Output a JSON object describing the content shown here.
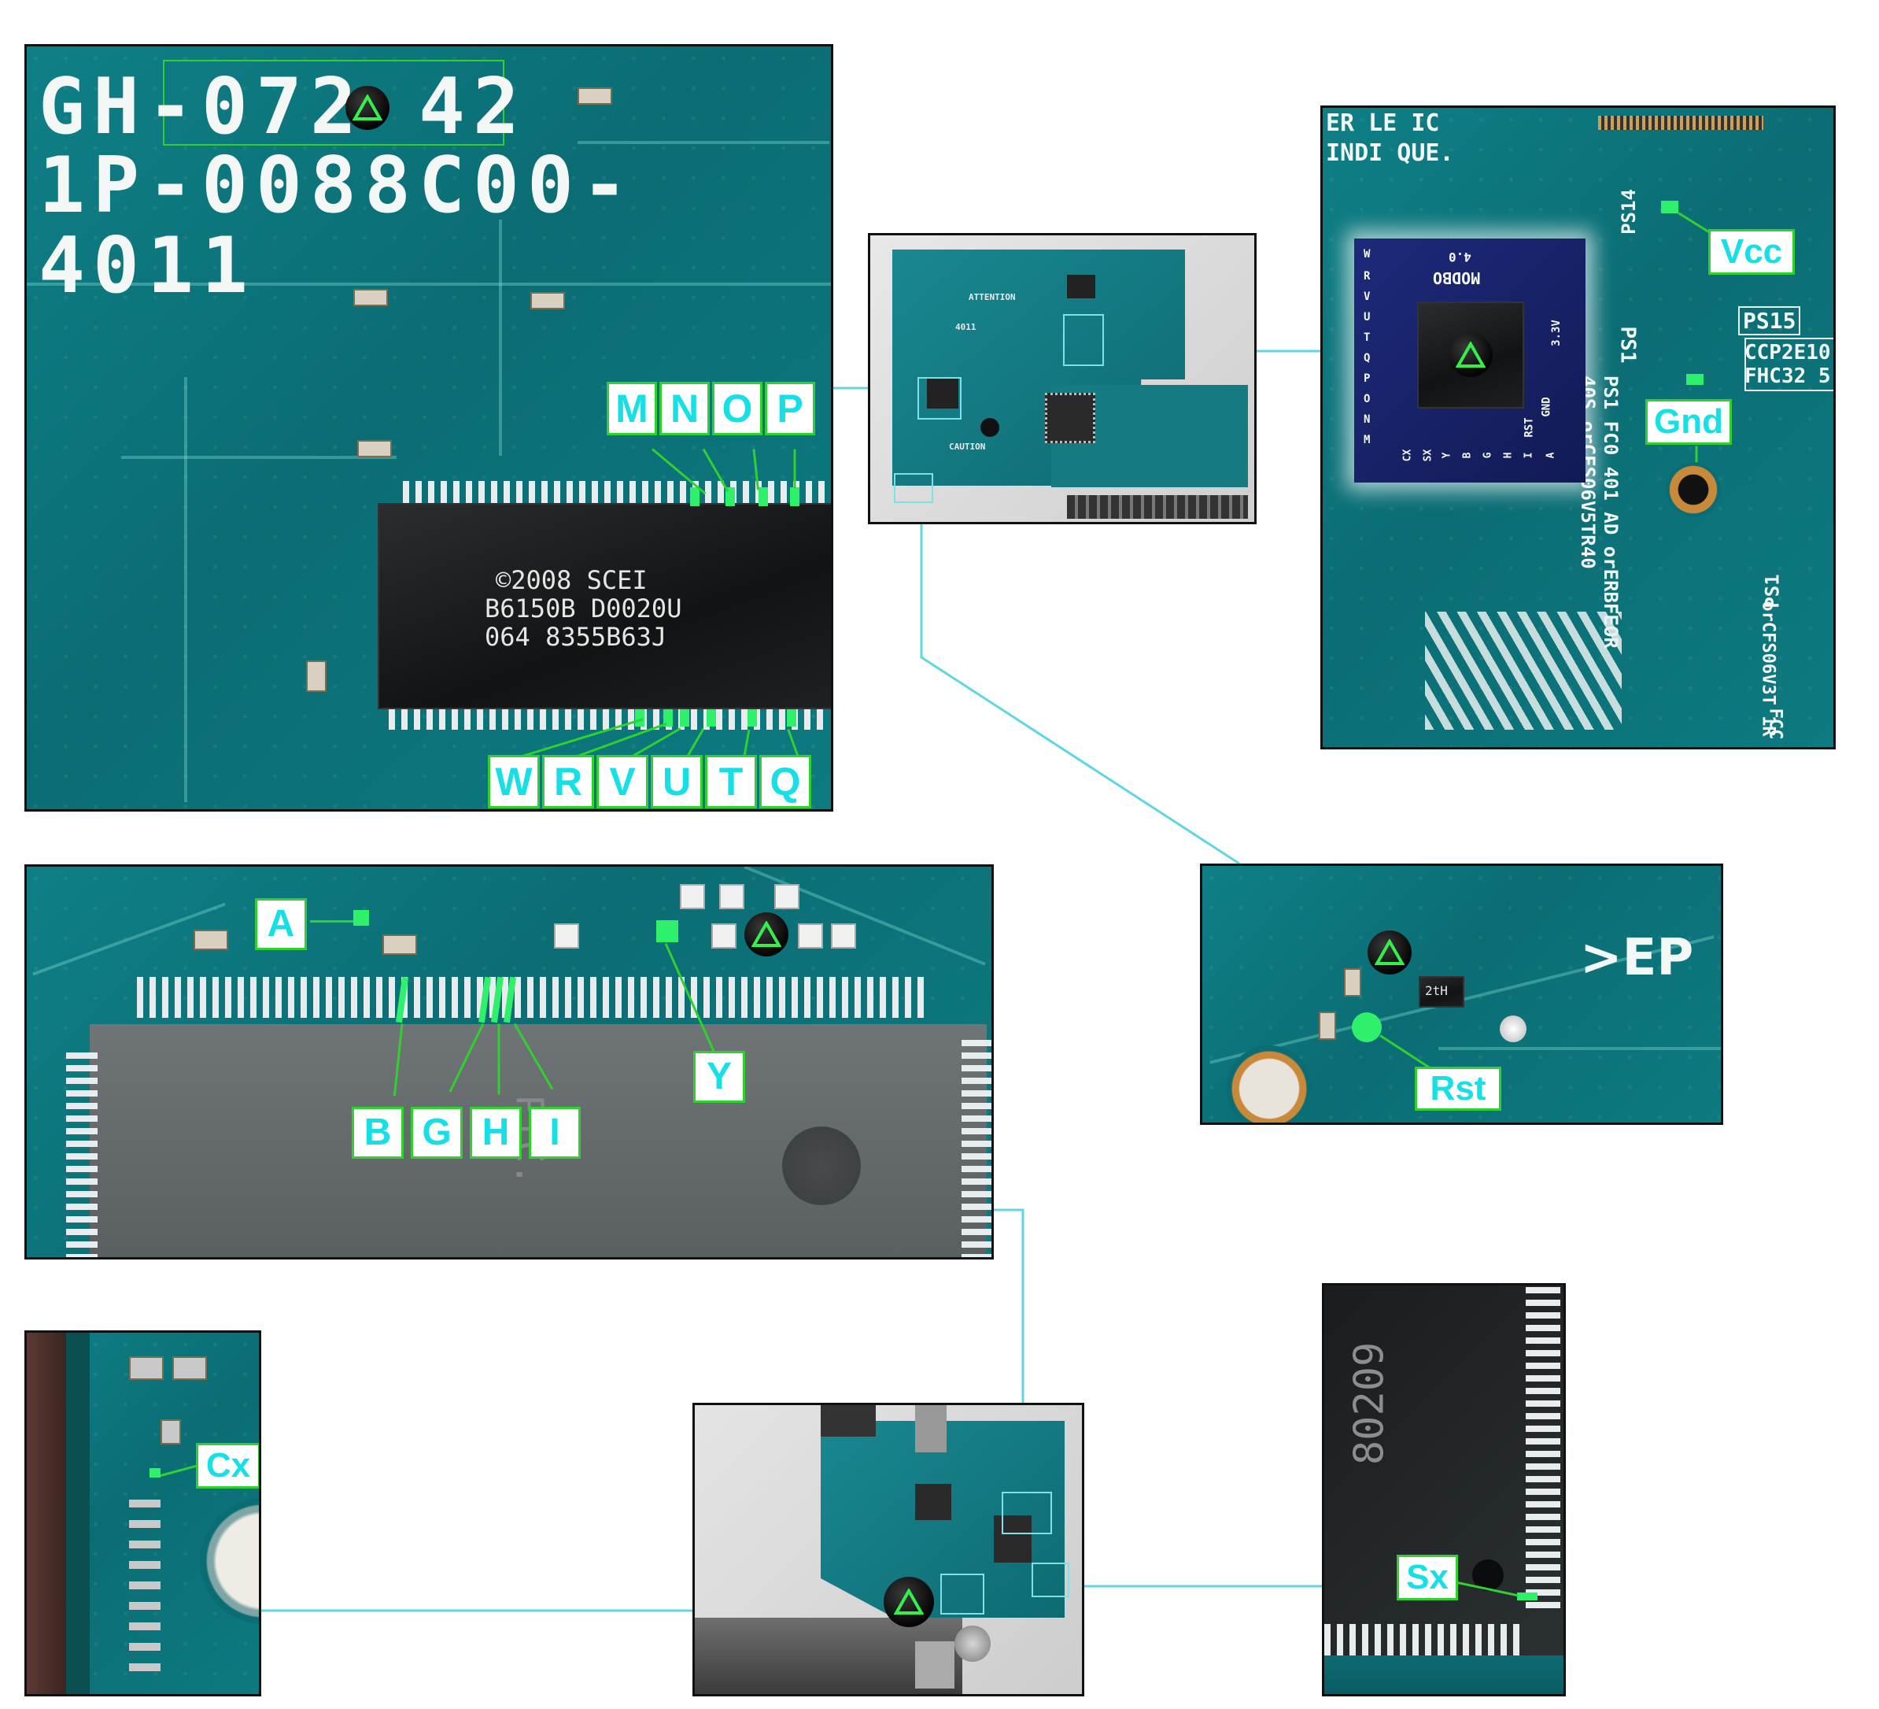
{
  "panel_top_left": {
    "silk_lines": [
      "GH-072 42",
      "1P-0088C00-",
      "4011"
    ],
    "chip_text": [
      "©2008 SCEI",
      "B6150B D0020U",
      "064 8355B63J"
    ],
    "labels_top": [
      "M",
      "N",
      "O",
      "P"
    ],
    "labels_bottom": [
      "W",
      "R",
      "V",
      "U",
      "T",
      "Q"
    ]
  },
  "panel_mod": {
    "silk_header": [
      "ER LE IC",
      "INDI QUE."
    ],
    "board_text": [
      "MODBO",
      "4.0",
      "3.3V",
      "GND",
      "RST"
    ],
    "mod_left_pins": [
      "W",
      "R",
      "V",
      "U",
      "T",
      "Q",
      "P",
      "O",
      "N",
      "M"
    ],
    "mod_bottom_pins": [
      "CX",
      "SX",
      "Y",
      "B",
      "G",
      "H",
      "I",
      "A"
    ],
    "silk_right": [
      "PS15",
      "CCP2E10",
      "FHC32 5"
    ],
    "silk_misc": [
      "PS14",
      "PS1",
      "PS1",
      "FCC",
      "orCFS06V3T 1R"
    ],
    "silk_vertical": "PS1 FC0 401 AD orERBFEOR 40S orCFS06V5TR40",
    "labels": [
      "Vcc",
      "Gnd"
    ]
  },
  "panel_mid_left": {
    "labels": [
      "A",
      "Y",
      "B",
      "G",
      "H",
      "I"
    ],
    "chip_mark": "PIC."
  },
  "panel_rst": {
    "silk": ">EP",
    "chip_text": "2tH",
    "labels": [
      "Rst"
    ]
  },
  "panel_cx": {
    "labels": [
      "Cx"
    ]
  },
  "panel_sx": {
    "chip_text": "80209",
    "labels": [
      "Sx"
    ]
  },
  "overview_top": {
    "board_text": [
      "ATTENTION",
      "4011",
      "CAUTION"
    ]
  },
  "colors": {
    "pcb": "#0b6d74",
    "label_text": "#16e0e6",
    "label_border": "#2fd12f",
    "pad": "#2ff06a",
    "connector": "#5fd6e0"
  },
  "icon": "playstation-triangle-icon"
}
